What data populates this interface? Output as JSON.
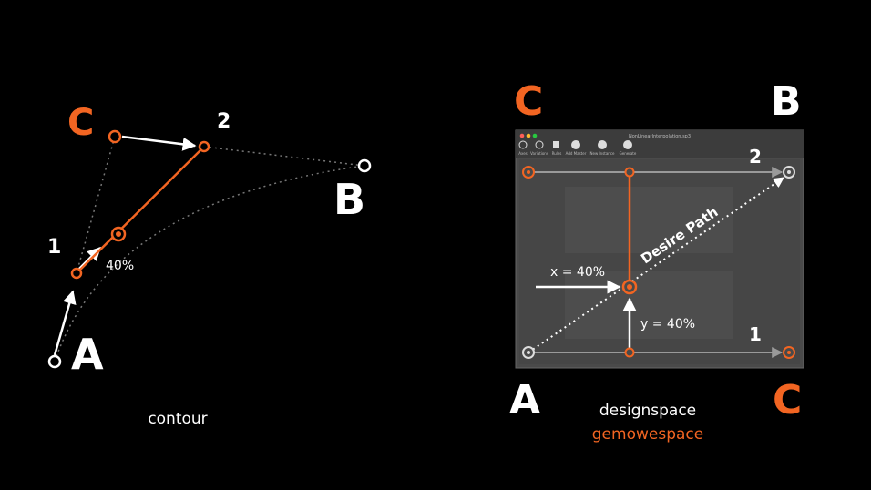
{
  "left_diagram": {
    "point_labels": {
      "A": "A",
      "B": "B",
      "C": "C",
      "one": "1",
      "two": "2"
    },
    "percent_label": "40%",
    "caption": "contour"
  },
  "right_diagram": {
    "corner_labels": {
      "A": "A",
      "B": "B",
      "C_top": "C",
      "C_bottom": "C"
    },
    "numbers": {
      "one": "1",
      "two": "2"
    },
    "path_label": "Desire Path",
    "x_label": "x = 40%",
    "y_label": "y = 40%",
    "caption_line1": "designspace",
    "caption_line2": "gemowespace",
    "window": {
      "title": "NonLinearInterpolation.sp3",
      "toolbar": [
        "Axes",
        "Variations",
        "Rules",
        "Add Master",
        "New Instance",
        "Generate"
      ]
    }
  },
  "colors": {
    "background": "#000000",
    "accent": "#f26522",
    "white": "#ffffff",
    "grey": "#9a9a9a",
    "window_bg": "#4a4a4a"
  }
}
